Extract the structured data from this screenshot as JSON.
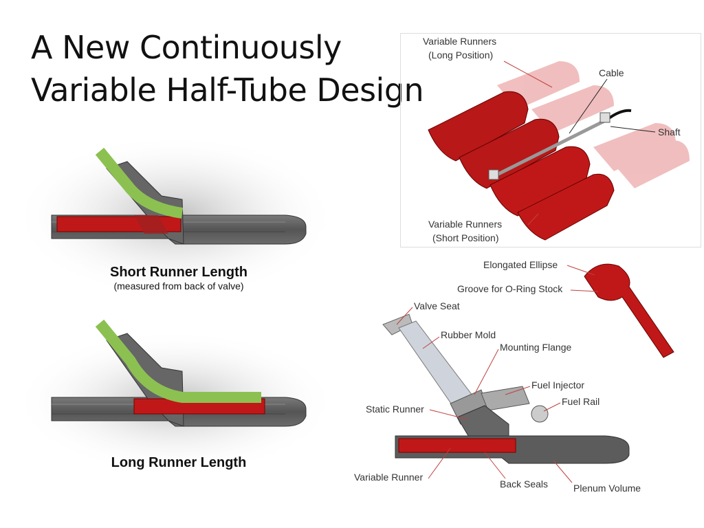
{
  "slide": {
    "title_line1": "A New Continuously",
    "title_line2": "Variable Half-Tube Design"
  },
  "short_panel": {
    "caption": "Short Runner Length",
    "subcaption": "(measured from back of valve)"
  },
  "long_panel": {
    "caption": "Long Runner Length"
  },
  "top_right_labels": {
    "runners_long_1": "Variable Runners",
    "runners_long_2": "(Long Position)",
    "cable": "Cable",
    "shaft": "Shaft",
    "runners_short_1": "Variable Runners",
    "runners_short_2": "(Short Position)"
  },
  "assembly_labels": {
    "elongated_ellipse": "Elongated Ellipse",
    "groove": "Groove for O-Ring Stock",
    "valve_seat": "Valve Seat",
    "rubber_mold": "Rubber Mold",
    "mounting_flange": "Mounting Flange",
    "fuel_injector": "Fuel Injector",
    "fuel_rail": "Fuel Rail",
    "static_runner": "Static Runner",
    "variable_runner": "Variable Runner",
    "back_seals": "Back Seals",
    "plenum_volume": "Plenum Volume"
  },
  "colors": {
    "runner_red": "#c01818",
    "green_path": "#8cc152",
    "body_gray": "#5e5e5e",
    "ghost_red": "#e8a0a0"
  }
}
